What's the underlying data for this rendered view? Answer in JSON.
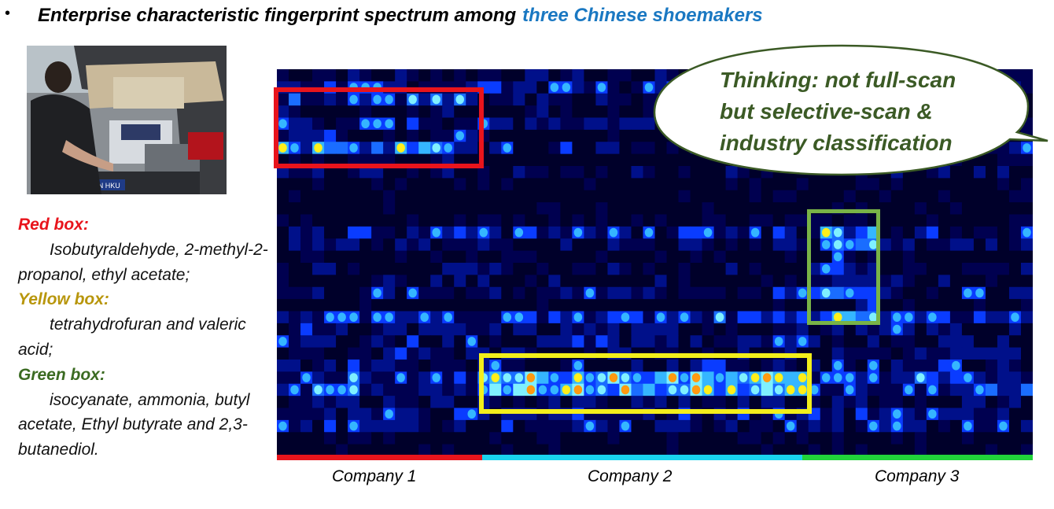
{
  "slide": {
    "bullet": "•",
    "title_main": "Enterprise characteristic fingerprint spectrum among",
    "title_accent": "three Chinese shoemakers"
  },
  "legend": {
    "red": {
      "label": "Red box:",
      "text": "Isobutyraldehyde, 2-methyl-2-propanol, ethyl acetate;",
      "color": "#e8141c"
    },
    "yellow": {
      "label": "Yellow box:",
      "text": "tetrahydrofuran and valeric acid;",
      "color": "#b8960c"
    },
    "green": {
      "label": "Green box:",
      "text": "isocyanate, ammonia, butyl acetate, Ethyl butyrate and 2,3-butanediol.",
      "color": "#3b6b22"
    }
  },
  "bubble": {
    "lines": [
      "Thinking: not full-scan",
      "but selective-scan &",
      "industry classification"
    ]
  },
  "companies": [
    {
      "name": "Company 1",
      "color": "#e8141c"
    },
    {
      "name": "Company 2",
      "color": "#19d3ee"
    },
    {
      "name": "Company 3",
      "color": "#21d33a"
    }
  ],
  "colors": {
    "red_box": "#e8141c",
    "yellow_box": "#f2ee1b",
    "green_box": "#79b347",
    "heatmap_low": "#00002a",
    "heatmap_mid": "#0a3cff",
    "heatmap_high": "#ffef1a"
  },
  "photo": {
    "plate_text": "TN HKU"
  }
}
